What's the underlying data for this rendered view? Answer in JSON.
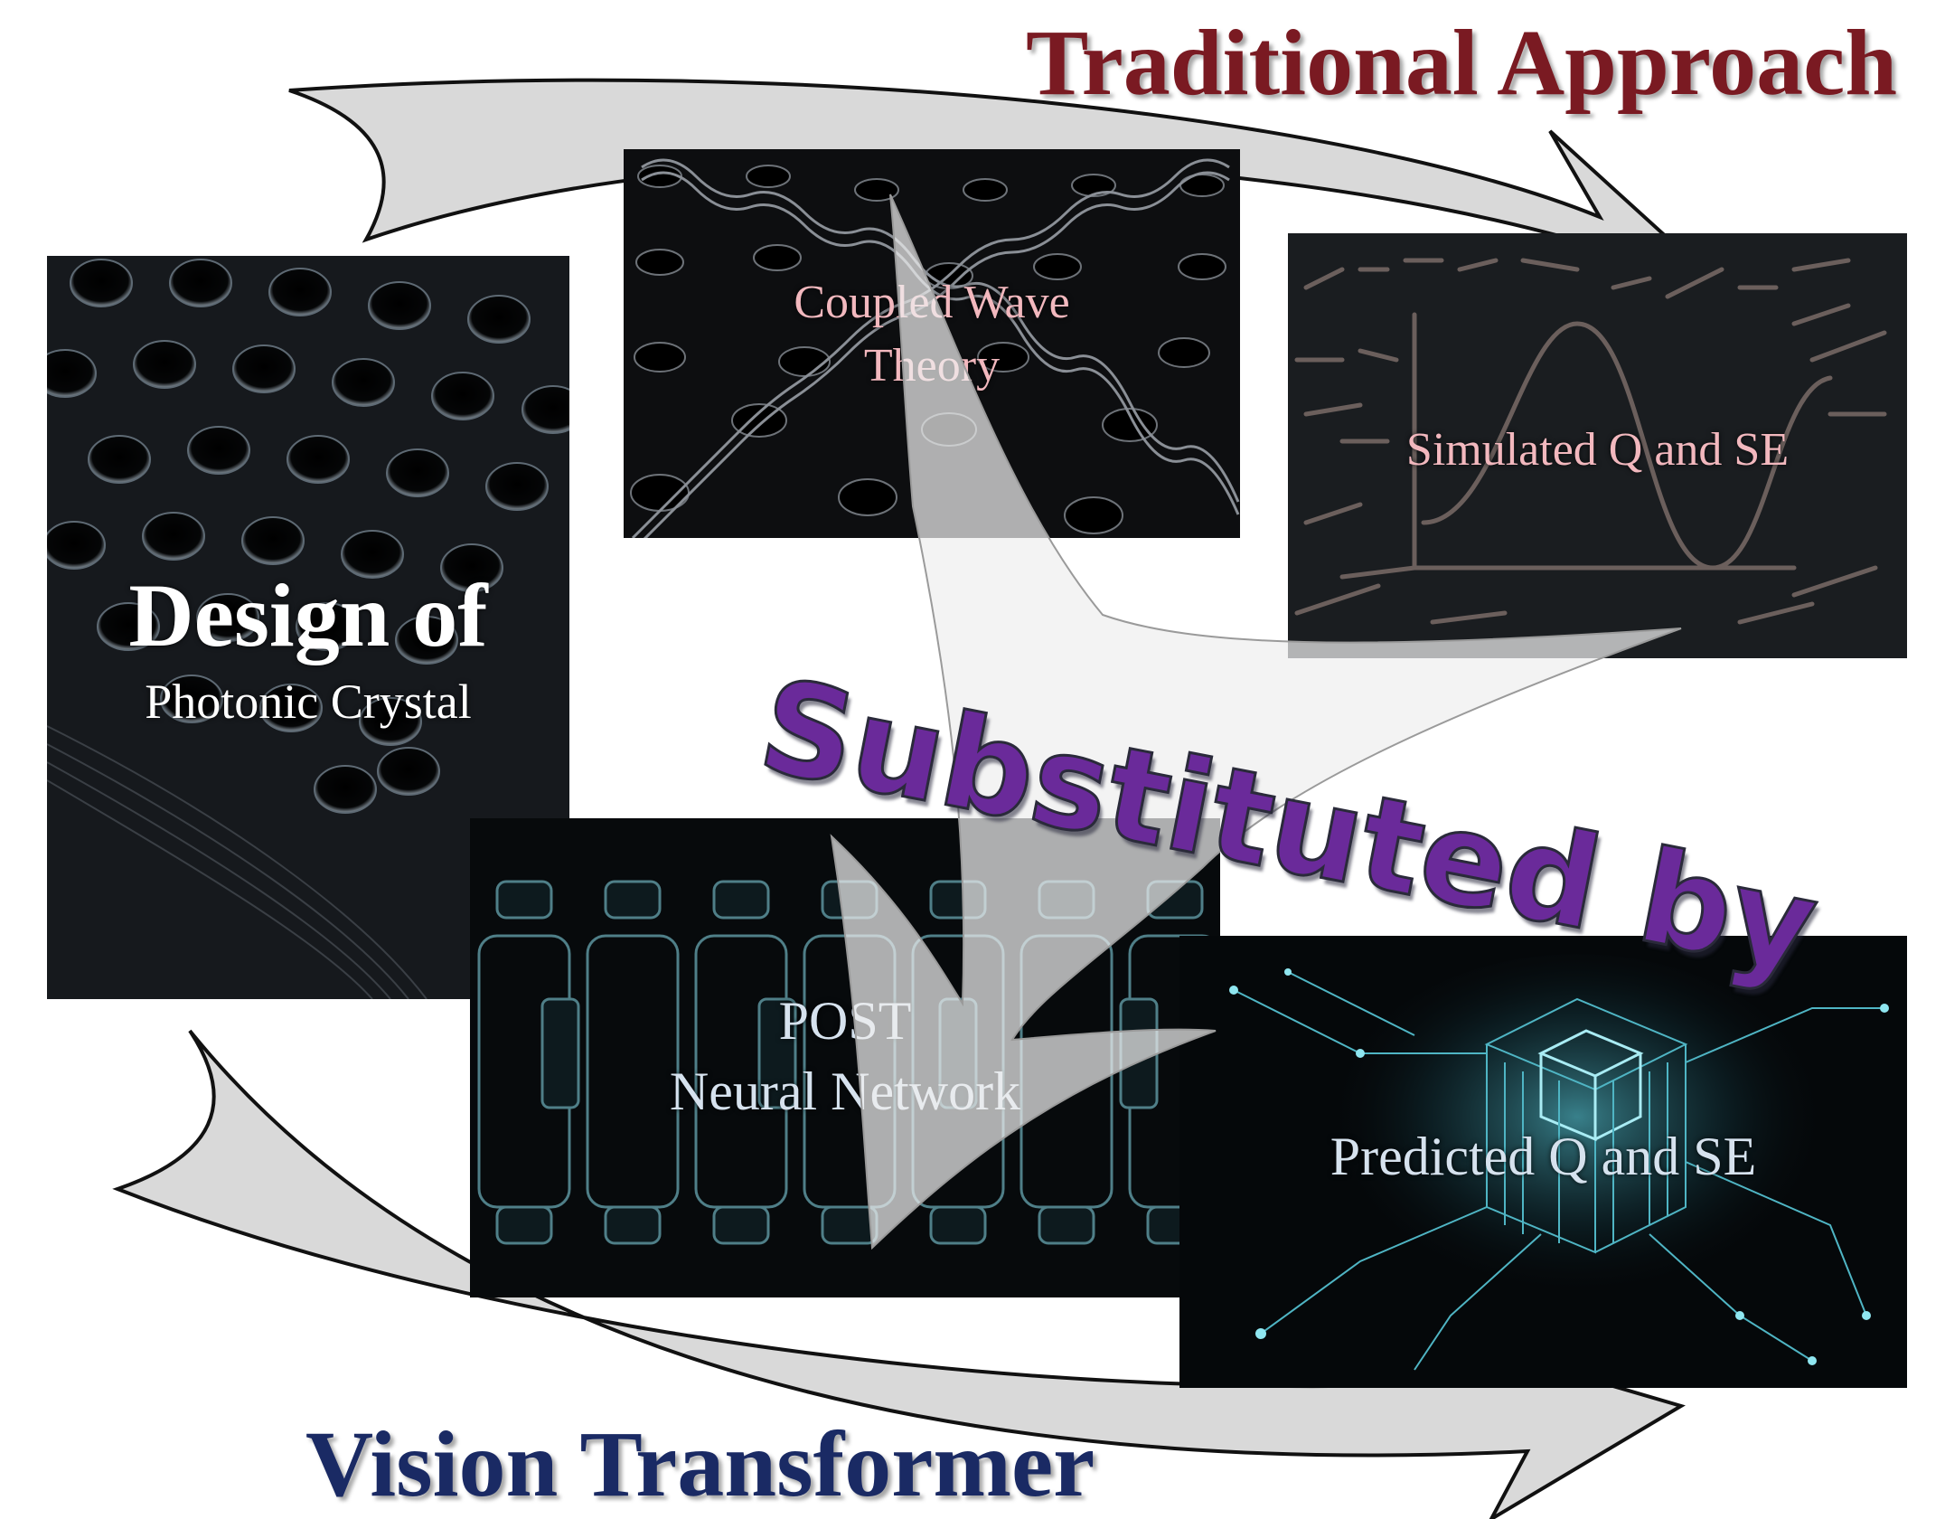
{
  "headings": {
    "traditional": "Traditional Approach",
    "vision": "Vision Transformer",
    "substituted": "Substituted by"
  },
  "panels": {
    "design": {
      "title": "Design of",
      "subtitle": "Photonic Crystal"
    },
    "coupled": {
      "line1": "Coupled Wave",
      "line2": "Theory"
    },
    "simulated": {
      "label": "Simulated Q and SE"
    },
    "post": {
      "line1": "POST",
      "line2": "Neural Network"
    },
    "predicted": {
      "label": "Predicted Q and SE"
    }
  },
  "colors": {
    "traditional": "#7a1a22",
    "vision": "#1a2a64",
    "substituted": "#6a2a9a",
    "panel_text_pink": "#f2b8be",
    "panel_text_light": "#d6e2ee",
    "arrow_fill": "#d9d9d9"
  }
}
